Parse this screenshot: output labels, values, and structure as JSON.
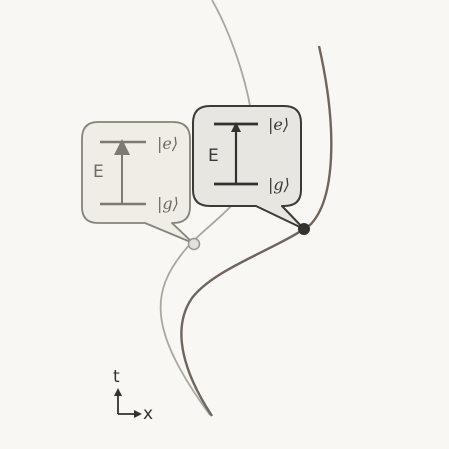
{
  "diagram": {
    "worldlines": {
      "observer_1": {
        "color": "#aaa79f"
      },
      "observer_2": {
        "color": "#6f655c"
      }
    },
    "bubble_left": {
      "energy_label": "E",
      "excited_state": "|e⟩",
      "ground_state": "|g⟩",
      "fill": "#efede5",
      "stroke": "#85837b",
      "line_color": "#7d7a71"
    },
    "bubble_right": {
      "energy_label": "E",
      "excited_state": "|e⟩",
      "ground_state": "|g⟩",
      "fill": "#e8e6e1",
      "stroke": "#3c3a37",
      "line_color": "#34322f"
    },
    "axes": {
      "time_label": "t",
      "space_label": "x"
    }
  }
}
